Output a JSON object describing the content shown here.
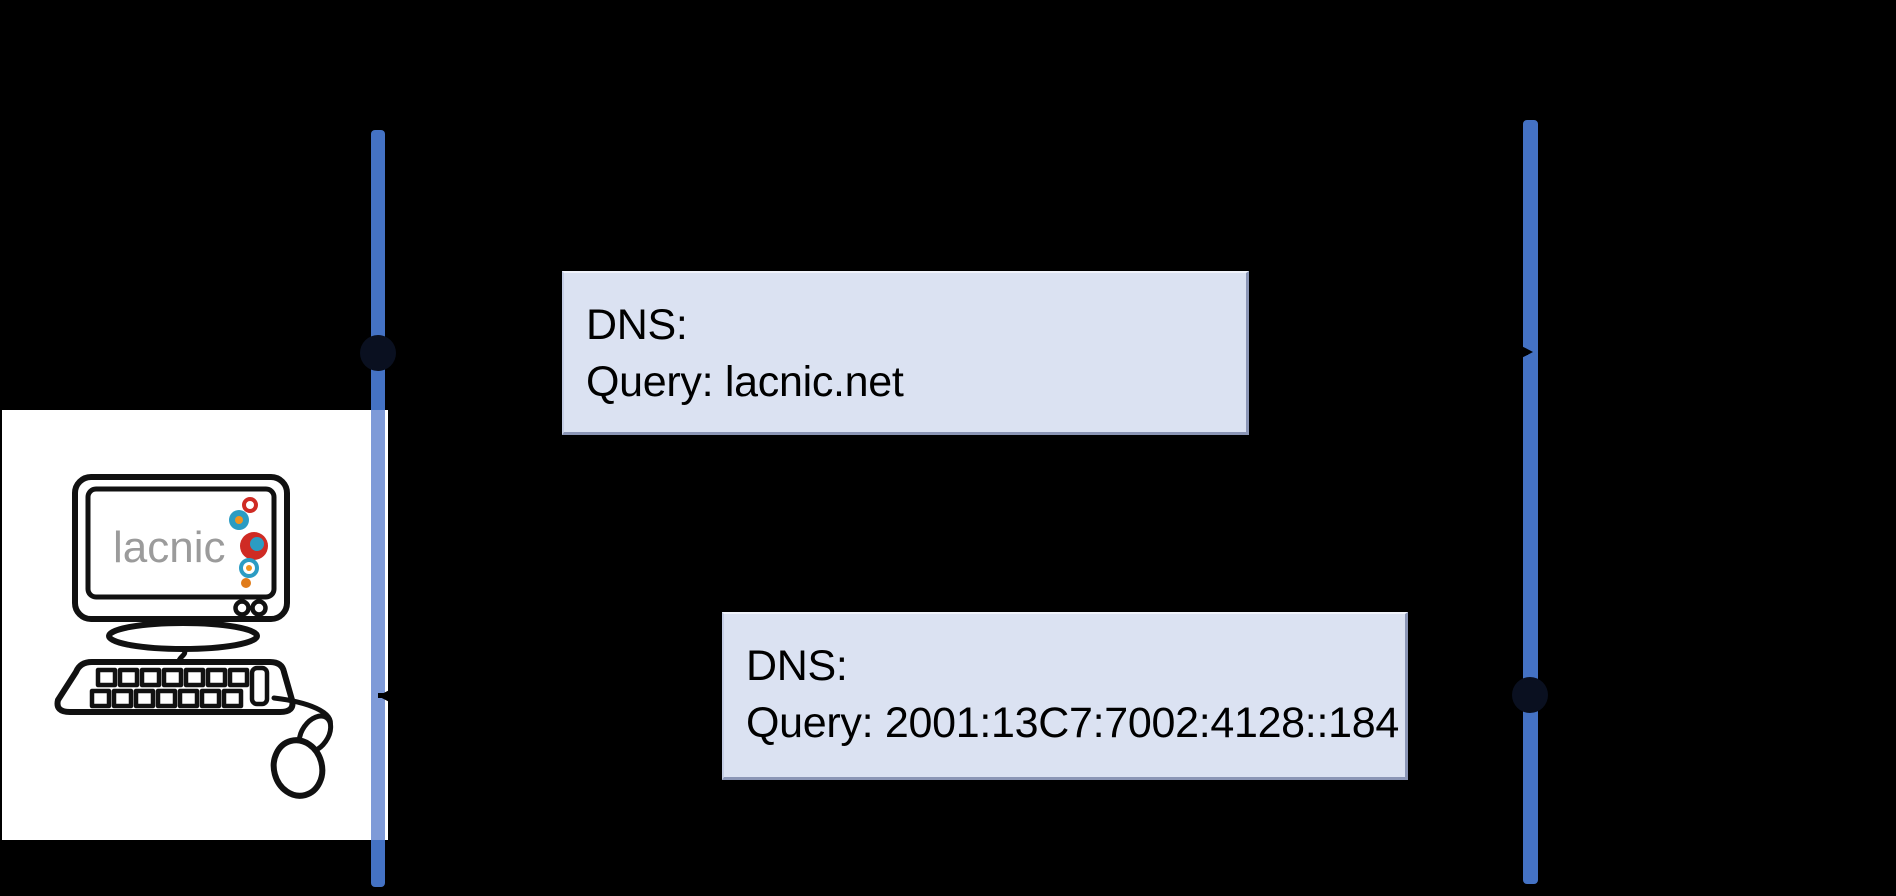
{
  "diagram": {
    "background": "#000000",
    "client": {
      "logo_text": "lacnic"
    },
    "messages": [
      {
        "line1": "DNS:",
        "line2": "Query: lacnic.net",
        "direction": "right"
      },
      {
        "line1": "DNS:",
        "line2": "Query: 2001:13C7:7002:4128::184",
        "direction": "left"
      }
    ],
    "colors": {
      "lifeline_blue": "#4472c4",
      "lifeline_over_white": "#7e9ad8",
      "label_box_fill": "#dbe2f2",
      "label_text": "#000000",
      "arrow": "#000000",
      "panel_white": "#ffffff",
      "logo_gray": "#9b9b9b",
      "logo_teal": "#2b9cc3",
      "logo_orange": "#f0941f",
      "logo_red": "#cf2b24"
    }
  }
}
